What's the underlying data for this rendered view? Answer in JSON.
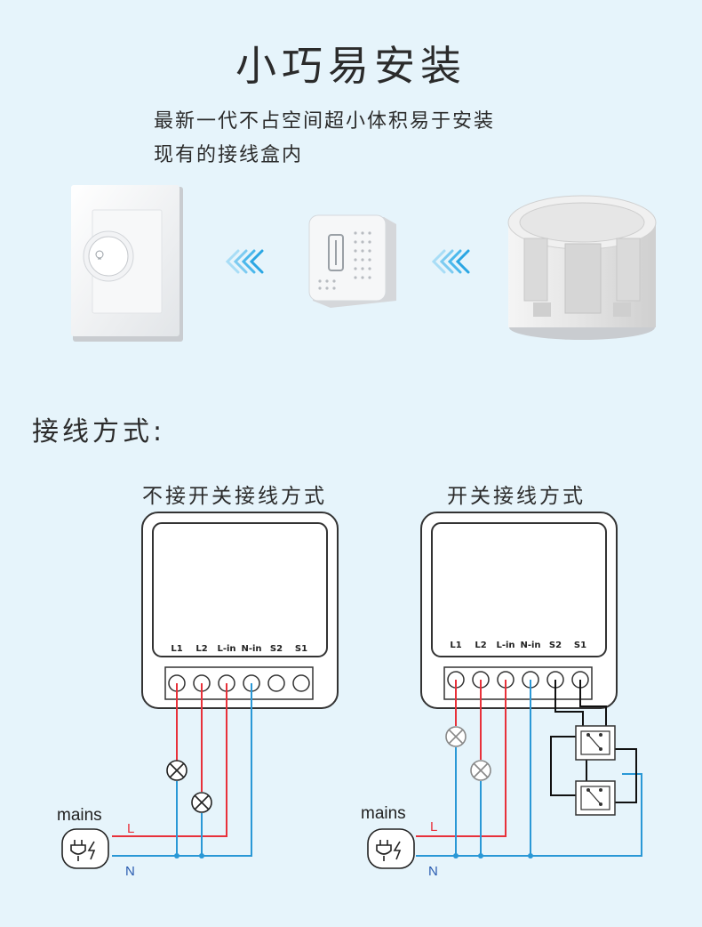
{
  "header": {
    "title": "小巧易安装",
    "line1": "最新一代不占空间超小体积易于安装",
    "line2": "现有的接线盒内"
  },
  "section": {
    "title": "接线方式:"
  },
  "diagrams": [
    {
      "title": "不接开关接线方式",
      "terminals": [
        "L1",
        "L2",
        "L-in",
        "N-in",
        "S2",
        "S1"
      ],
      "mains_label": "mains",
      "live_label": "L",
      "neutral_label": "N"
    },
    {
      "title": "开关接线方式",
      "terminals": [
        "L1",
        "L2",
        "L-in",
        "N-in",
        "S2",
        "S1"
      ],
      "mains_label": "mains",
      "live_label": "L",
      "neutral_label": "N"
    }
  ],
  "colors": {
    "background": "#e6f4fb",
    "live_wire": "#e8313a",
    "neutral_wire": "#2a98d6",
    "switch_wire": "#111111",
    "arrow": "#4ab8ec"
  }
}
